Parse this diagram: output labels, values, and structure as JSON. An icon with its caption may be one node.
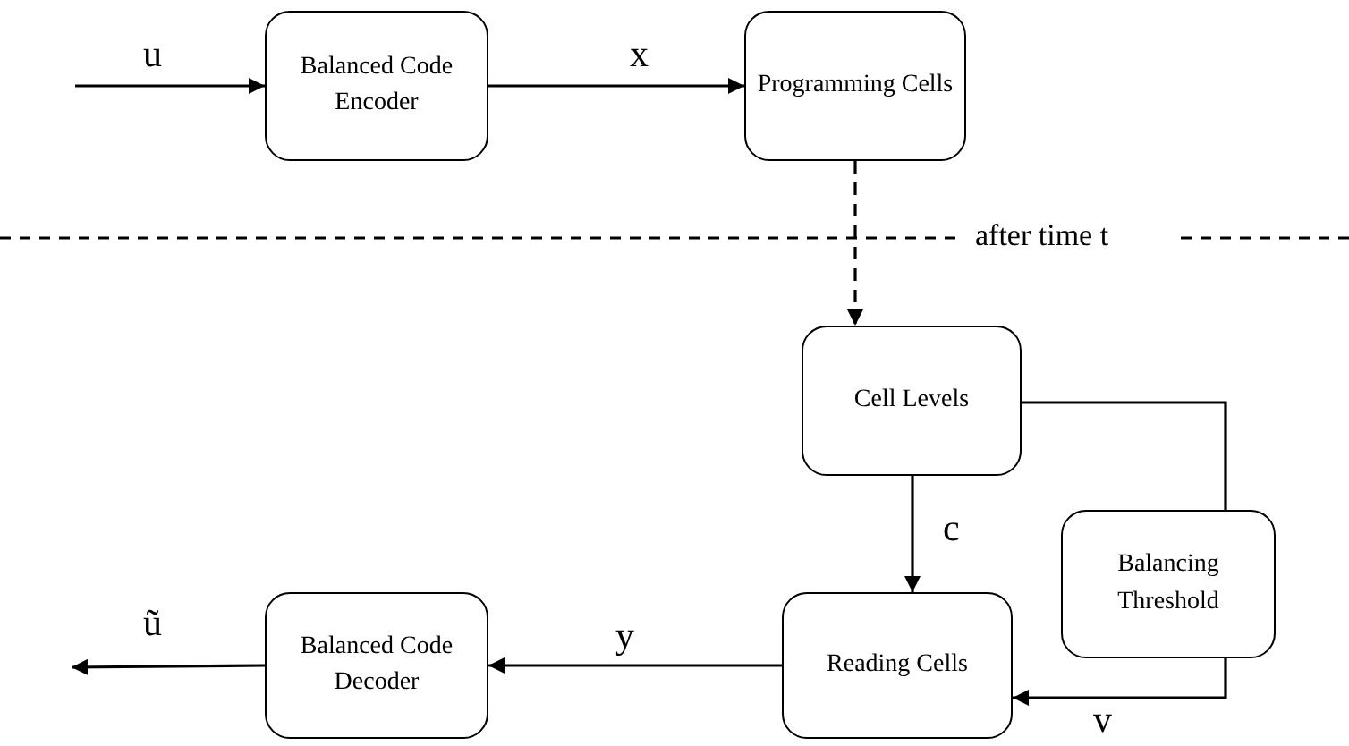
{
  "diagram": {
    "nodes": [
      {
        "text": [
          "Balanced Code Encoder"
        ]
      },
      {
        "text": [
          "Programming Cells"
        ]
      },
      {
        "text": [
          "Cell Levels"
        ]
      },
      {
        "text": [
          "Balancing Threshold"
        ]
      },
      {
        "text": [
          "Reading Cells"
        ]
      },
      {
        "text": [
          "Balanced Code Decoder"
        ]
      }
    ],
    "edges": [
      {
        "from": null,
        "to": 0,
        "arrow": "to",
        "label": "u"
      },
      {
        "from": 0,
        "to": 1,
        "arrow": "to",
        "label": "x"
      },
      {
        "from": 1,
        "to": 2,
        "arrow": "to",
        "style": "dashed"
      },
      {
        "from": 2,
        "to": 3,
        "arrow": "none"
      },
      {
        "from": 3,
        "to": 4,
        "arrow": "to",
        "label": "v"
      },
      {
        "from": 2,
        "to": 4,
        "arrow": "to",
        "label": "c"
      },
      {
        "from": 4,
        "to": 5,
        "arrow": "to",
        "label": "y"
      },
      {
        "from": 5,
        "to": null,
        "arrow": "to",
        "label": "ũ"
      }
    ],
    "labels": [
      "after time t"
    ]
  }
}
